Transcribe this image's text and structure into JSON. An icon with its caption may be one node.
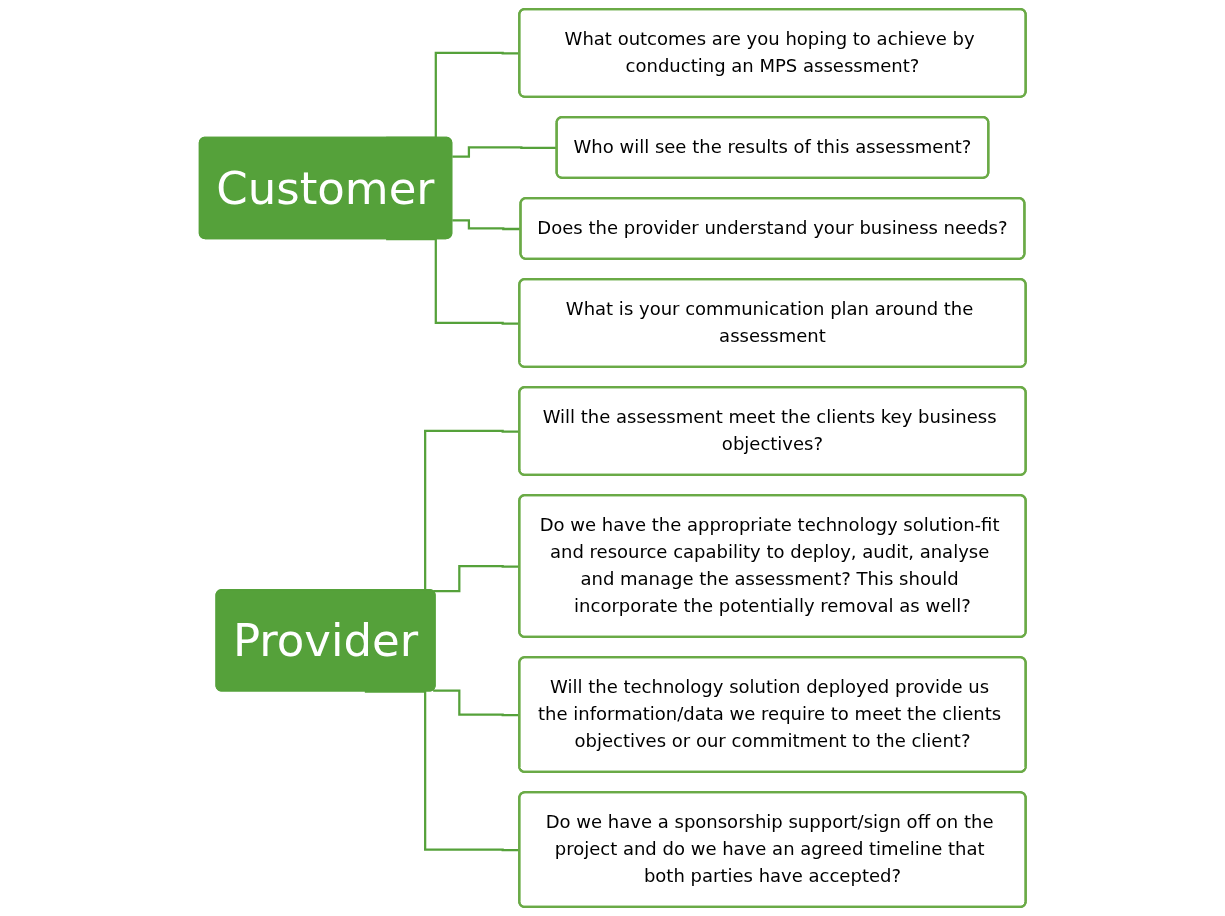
{
  "diagram": {
    "nodes": [
      {
        "text": [
          "Customer"
        ]
      },
      {
        "text": [
          "What outcomes are you hoping to achieve by conducting an MPS assessment?"
        ]
      },
      {
        "text": [
          "Who will see the results of this assessment?"
        ]
      },
      {
        "text": [
          "Does the provider understand your business needs?"
        ]
      },
      {
        "text": [
          "What is your communication plan around the assessment"
        ]
      },
      {
        "text": [
          "Provider"
        ]
      },
      {
        "text": [
          "Will the assessment meet the clients key business objectives?"
        ]
      },
      {
        "text": [
          "Do we have the appropriate technology solution-fit and resource capability to deploy, audit, analyse and manage the assessment? This should incorporate the potentially removal as well?"
        ]
      },
      {
        "text": [
          "Will the technology solution deployed provide us the information/data we require to meet the clients objectives or our commitment to the client?"
        ]
      },
      {
        "text": [
          "Do we have a sponsorship support/sign off on the project and do we have an agreed timeline that both parties have accepted?"
        ]
      }
    ],
    "edges": [
      {
        "from": 0,
        "to": 1,
        "arrow": "none"
      },
      {
        "from": 0,
        "to": 2,
        "arrow": "none"
      },
      {
        "from": 0,
        "to": 3,
        "arrow": "none"
      },
      {
        "from": 0,
        "to": 4,
        "arrow": "none"
      },
      {
        "from": 5,
        "to": 6,
        "arrow": "none"
      },
      {
        "from": 5,
        "to": 7,
        "arrow": "none"
      },
      {
        "from": 5,
        "to": 8,
        "arrow": "none"
      },
      {
        "from": 5,
        "to": 9,
        "arrow": "none"
      }
    ]
  }
}
